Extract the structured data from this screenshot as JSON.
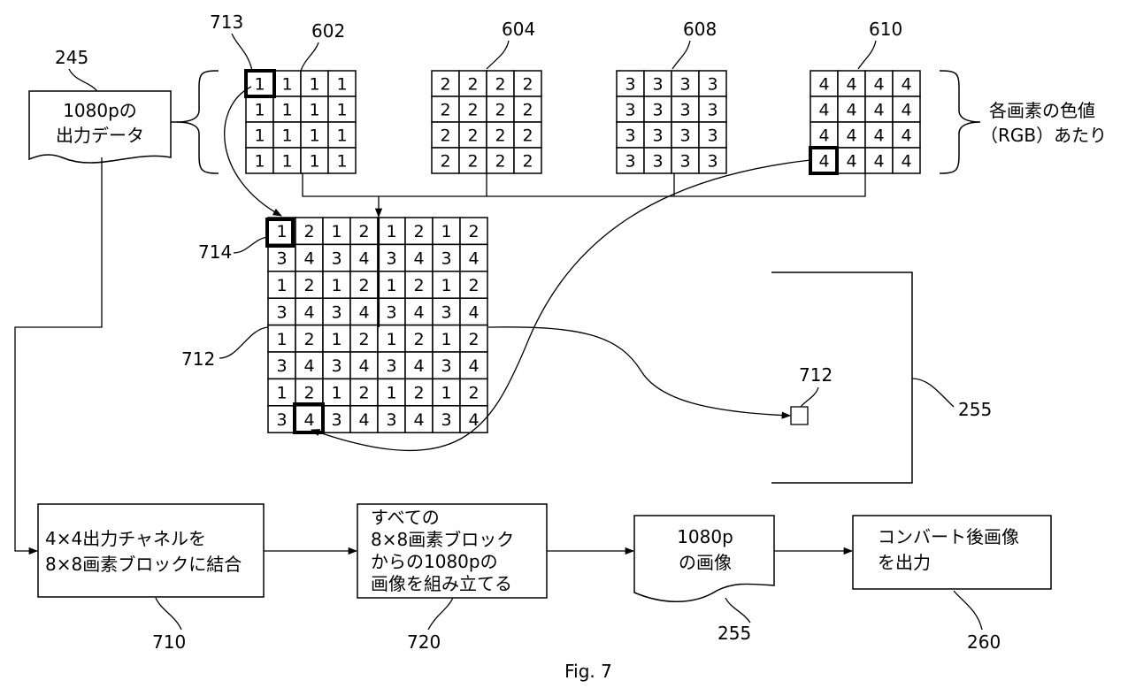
{
  "figure": {
    "caption": "Fig. 7"
  },
  "refs": {
    "r245": "245",
    "r713": "713",
    "r602": "602",
    "r604": "604",
    "r608": "608",
    "r610": "610",
    "r714": "714",
    "r712a": "712",
    "r712b": "712",
    "r255a": "255",
    "r710": "710",
    "r720": "720",
    "r255b": "255",
    "r260": "260"
  },
  "input_doc": {
    "line1": "1080pの",
    "line2": "出力データ"
  },
  "brace_label": {
    "line1": "各画素の色値",
    "line2": "（RGB）あたり"
  },
  "grids": {
    "g602": [
      [
        "1",
        "1",
        "1",
        "1"
      ],
      [
        "1",
        "1",
        "1",
        "1"
      ],
      [
        "1",
        "1",
        "1",
        "1"
      ],
      [
        "1",
        "1",
        "1",
        "1"
      ]
    ],
    "g604": [
      [
        "2",
        "2",
        "2",
        "2"
      ],
      [
        "2",
        "2",
        "2",
        "2"
      ],
      [
        "2",
        "2",
        "2",
        "2"
      ],
      [
        "2",
        "2",
        "2",
        "2"
      ]
    ],
    "g608": [
      [
        "3",
        "3",
        "3",
        "3"
      ],
      [
        "3",
        "3",
        "3",
        "3"
      ],
      [
        "3",
        "3",
        "3",
        "3"
      ],
      [
        "3",
        "3",
        "3",
        "3"
      ]
    ],
    "g610": [
      [
        "4",
        "4",
        "4",
        "4"
      ],
      [
        "4",
        "4",
        "4",
        "4"
      ],
      [
        "4",
        "4",
        "4",
        "4"
      ],
      [
        "4",
        "4",
        "4",
        "4"
      ]
    ],
    "combined": [
      [
        "1",
        "2",
        "1",
        "2",
        "1",
        "2",
        "1",
        "2"
      ],
      [
        "3",
        "4",
        "3",
        "4",
        "3",
        "4",
        "3",
        "4"
      ],
      [
        "1",
        "2",
        "1",
        "2",
        "1",
        "2",
        "1",
        "2"
      ],
      [
        "3",
        "4",
        "3",
        "4",
        "3",
        "4",
        "3",
        "4"
      ],
      [
        "1",
        "2",
        "1",
        "2",
        "1",
        "2",
        "1",
        "2"
      ],
      [
        "3",
        "4",
        "3",
        "4",
        "3",
        "4",
        "3",
        "4"
      ],
      [
        "1",
        "2",
        "1",
        "2",
        "1",
        "2",
        "1",
        "2"
      ],
      [
        "3",
        "4",
        "3",
        "4",
        "3",
        "4",
        "3",
        "4"
      ]
    ]
  },
  "flow": {
    "box710": {
      "line1": "4×4出力チャネルを",
      "line2": "8×8画素ブロックに結合"
    },
    "box720": {
      "line1": "すべての",
      "line2": "8×8画素ブロック",
      "line3": "からの1080pの",
      "line4": "画像を組み立てる"
    },
    "doc255": {
      "line1": "1080p",
      "line2": "の画像"
    },
    "box260": {
      "line1": "コンバート後画像",
      "line2": "を出力"
    }
  }
}
